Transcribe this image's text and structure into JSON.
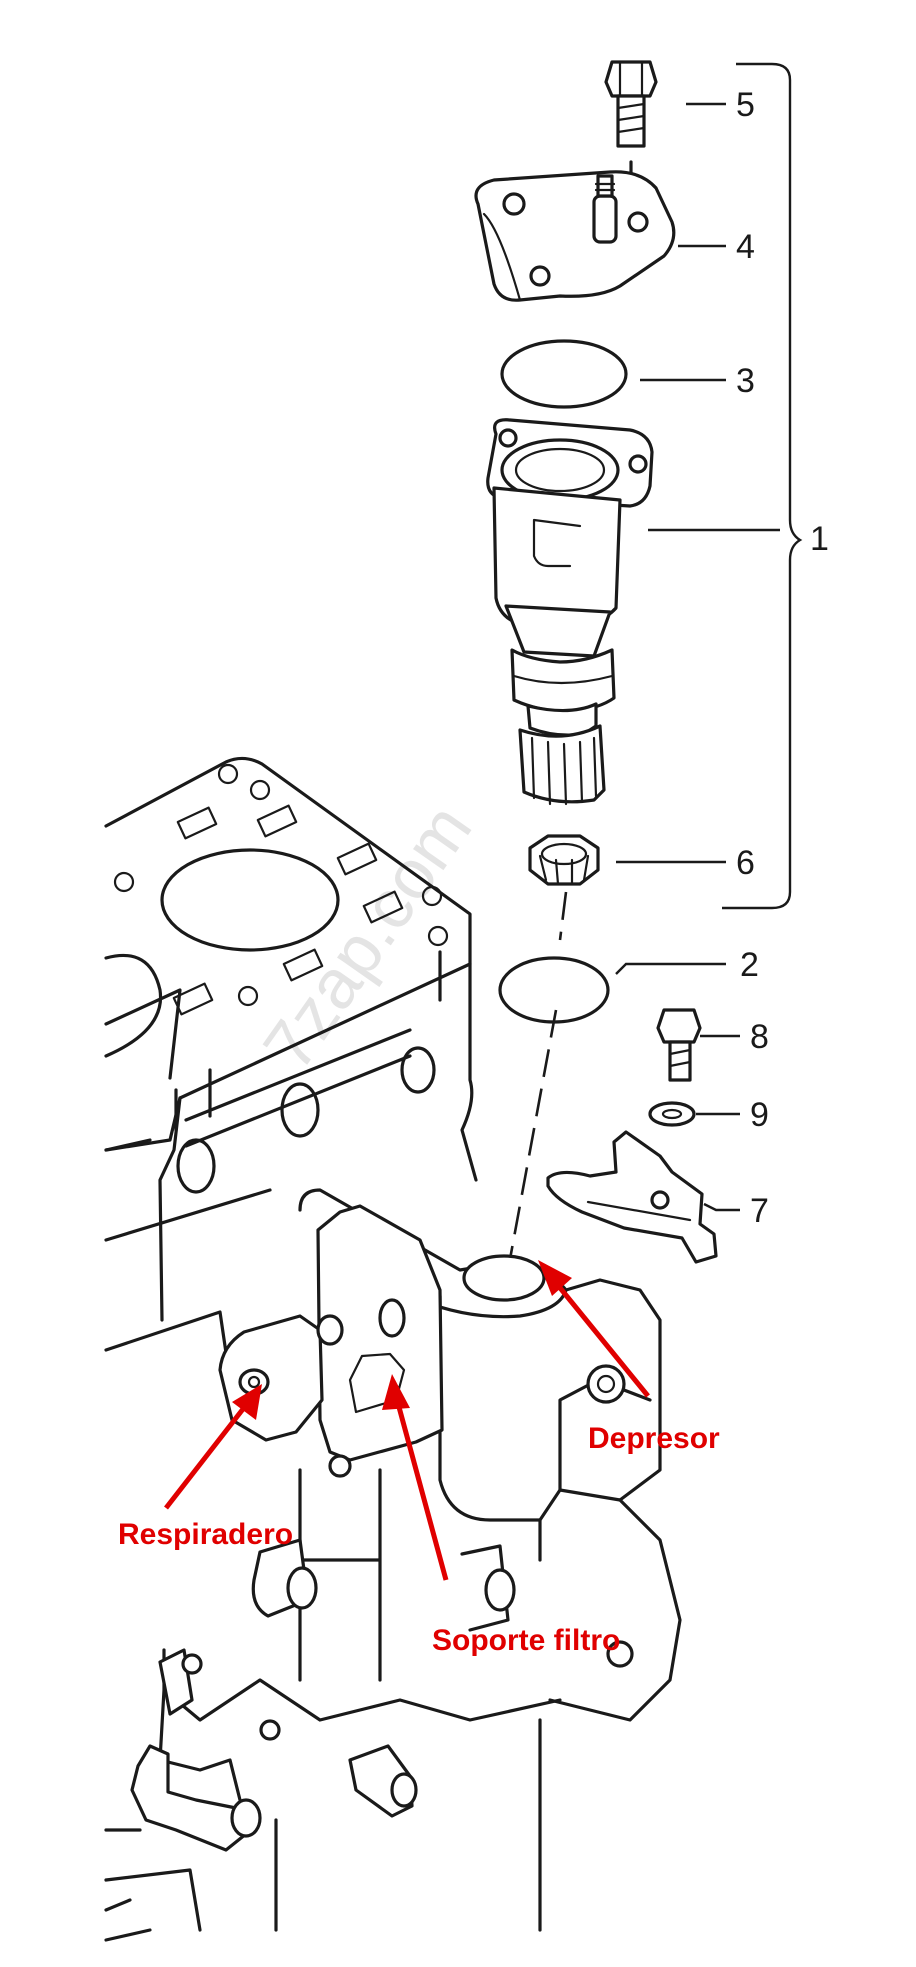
{
  "callouts": {
    "c1": "1",
    "c2": "2",
    "c3": "3",
    "c4": "4",
    "c5": "5",
    "c6": "6",
    "c7": "7",
    "c8": "8",
    "c9": "9"
  },
  "annotations": {
    "depresor": "Depresor",
    "respiradero": "Respiradero",
    "soporte_filtro": "Soporte filtro",
    "annotation_color": "#e00000"
  },
  "watermark": "7zap.com"
}
